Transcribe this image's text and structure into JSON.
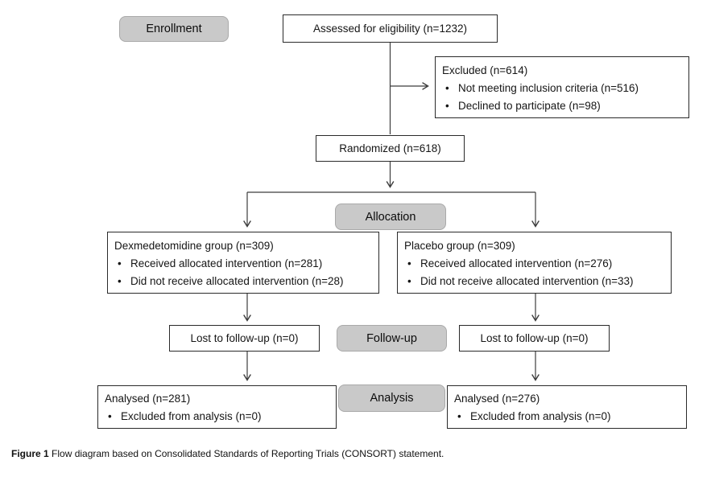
{
  "diagram": {
    "stage_labels": {
      "enrollment": "Enrollment",
      "allocation": "Allocation",
      "followup": "Follow-up",
      "analysis": "Analysis"
    },
    "boxes": {
      "assessed": {
        "text": "Assessed for eligibility (n=1232)"
      },
      "excluded": {
        "title": "Excluded (n=614)",
        "bullets": [
          "Not meeting inclusion criteria (n=516)",
          "Declined to participate (n=98)"
        ]
      },
      "randomized": {
        "text": "Randomized (n=618)"
      },
      "dexmed_group": {
        "title": "Dexmedetomidine group (n=309)",
        "bullets": [
          "Received allocated intervention (n=281)",
          "Did not receive allocated intervention (n=28)"
        ]
      },
      "placebo_group": {
        "title": "Placebo group (n=309)",
        "bullets": [
          "Received allocated intervention (n=276)",
          "Did not receive allocated intervention (n=33)"
        ]
      },
      "lost_left": {
        "text": "Lost to follow-up (n=0)"
      },
      "lost_right": {
        "text": "Lost to follow-up (n=0)"
      },
      "analysed_left": {
        "title": "Analysed (n=281)",
        "bullets": [
          "Excluded from analysis (n=0)"
        ]
      },
      "analysed_right": {
        "title": "Analysed (n=276)",
        "bullets": [
          "Excluded from analysis (n=0)"
        ]
      }
    },
    "caption": {
      "label": "Figure 1",
      "text": " Flow diagram based on Consolidated Standards of Reporting Trials (CONSORT) statement."
    },
    "colors": {
      "stage_fill": "#c9c9c9",
      "stage_border": "#a9a9a9",
      "box_border": "#2a2a2a",
      "line": "#3c3c3c"
    }
  }
}
